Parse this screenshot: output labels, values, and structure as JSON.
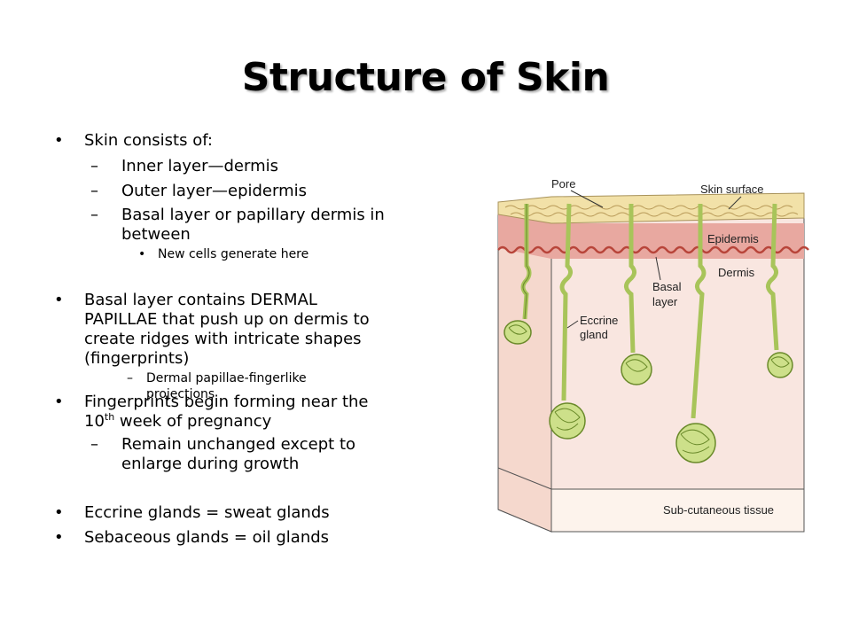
{
  "title": "Structure of Skin",
  "bullets": {
    "skin_consists": "Skin consists of:",
    "inner": "Inner layer—dermis",
    "outer": "Outer layer—epidermis",
    "basal": "Basal layer or papillary dermis in between",
    "new_cells": "New cells generate here",
    "papillae": "Basal layer contains DERMAL PAPILLAE that  push up on dermis to create ridges with intricate shapes (fingerprints)",
    "papillae_sub": "Dermal papillae-fingerlike projections",
    "fingerprints_pre": "Fingerprints begin forming near the 10",
    "fingerprints_sup": "th",
    "fingerprints_post": " week of pregnancy",
    "remain": "Remain unchanged except to enlarge during growth",
    "eccrine": "Eccrine glands = sweat glands",
    "sebaceous": "Sebaceous glands = oil glands"
  },
  "diagram": {
    "pore": "Pore",
    "skin_surface": "Skin surface",
    "epidermis": "Epidermis",
    "dermis": "Dermis",
    "basal_1": "Basal",
    "basal_2": "layer",
    "eccrine_1": "Eccrine",
    "eccrine_2": "gland",
    "subcutaneous": "Sub-cutaneous tissue",
    "colors": {
      "surface": "#f2e1a8",
      "epidermis": "#e8a8a0",
      "dermis": "#f9e6e0",
      "subcutaneous": "#fdf3ec",
      "gland": "#cde08a",
      "gland_stroke": "#6a8a2a",
      "basal_line": "#b8453a"
    }
  }
}
